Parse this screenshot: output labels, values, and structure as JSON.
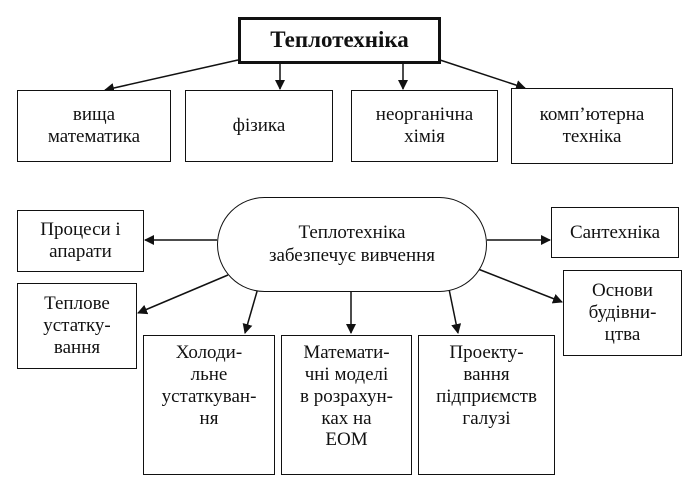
{
  "top": {
    "title": "Теплотехніка",
    "subjects": [
      "вища\nматематика",
      "фізика",
      "неорганічна\nхімія",
      "комп’ютерна\nтехніка"
    ]
  },
  "center": {
    "label": "Теплотехніка\nзабезпечує вивчення"
  },
  "outputs": {
    "processes": "Процеси і\nапарати",
    "heat_equipment": "Теплове\nустатку-\nвання",
    "refrigeration": "Холоди-\nльне\nустаткуван-\nня",
    "math_models": "Математи-\nчні моделі\nв розрахун-\nках на\nЕОМ",
    "design": "Проекту-\nвання\nпідприємств\nгалузі",
    "plumbing": "Сантехніка",
    "construction": "Основи\nбудівни-\nцтва"
  },
  "colors": {
    "line": "#111111",
    "background": "#ffffff"
  }
}
